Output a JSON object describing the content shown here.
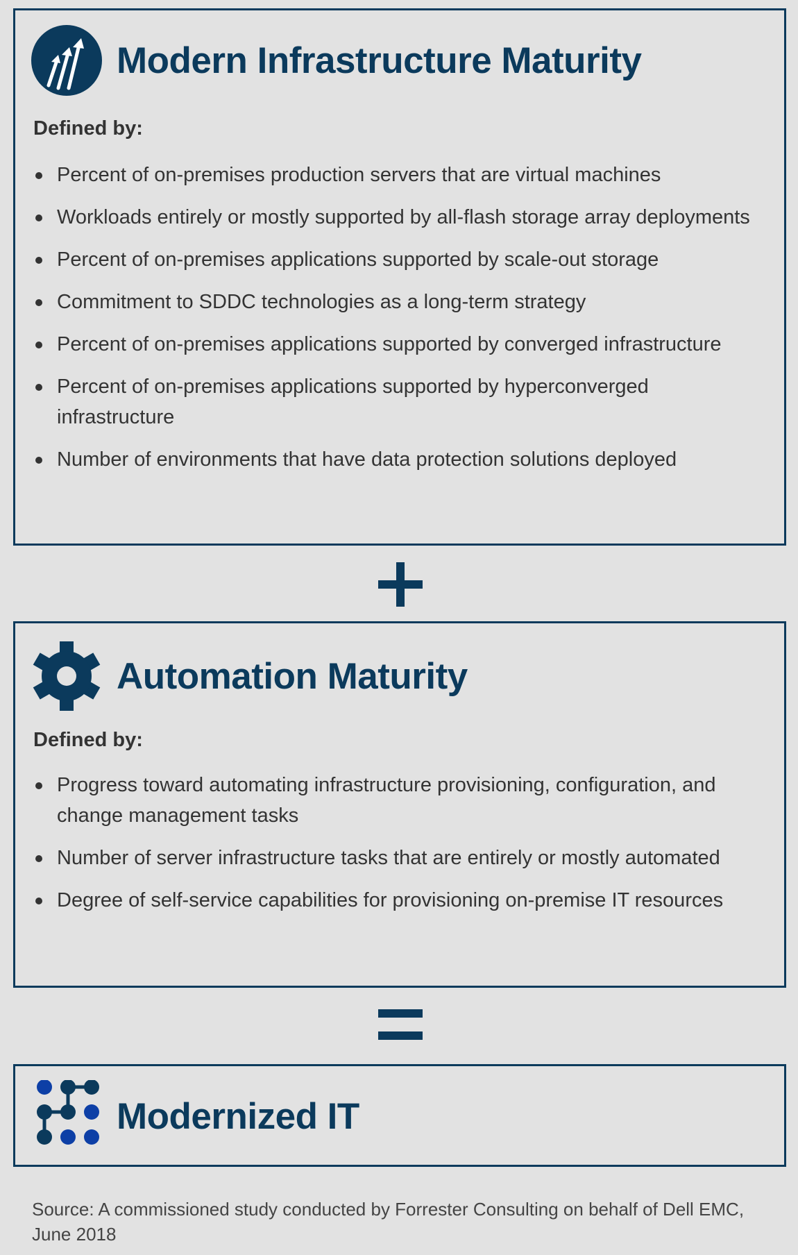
{
  "colors": {
    "navy": "#0b3a5c",
    "blue_dot": "#0d3fa6",
    "background": "#e2e2e2",
    "text": "#333333"
  },
  "sections": [
    {
      "title": "Modern Infrastructure Maturity",
      "icon": "upward-arrows-icon",
      "defined_by": "Defined by:",
      "items": [
        "Percent of on-premises production servers that are virtual machines",
        "Workloads entirely or mostly supported by all-flash storage array deployments",
        "Percent of on-premises applications supported by scale-out storage",
        "Commitment to SDDC technologies as a long-term strategy",
        "Percent of on-premises applications supported by converged infrastructure",
        "Percent of on-premises applications supported by hyperconverged infrastructure",
        "Number of environments that have data protection solutions deployed"
      ]
    },
    {
      "title": "Automation Maturity",
      "icon": "gear-icon",
      "defined_by": "Defined by:",
      "items": [
        "Progress toward automating infrastructure provisioning, configuration, and change management tasks",
        "Number of server infrastructure tasks that are entirely or mostly automated",
        "Degree of self-service capabilities for provisioning on-premise IT resources"
      ]
    },
    {
      "title": "Modernized IT",
      "icon": "network-dots-icon"
    }
  ],
  "operators": {
    "plus": "plus-icon",
    "equals": "equals-icon"
  },
  "source": "Source: A commissioned study conducted by Forrester Consulting on behalf of Dell EMC, June 2018"
}
